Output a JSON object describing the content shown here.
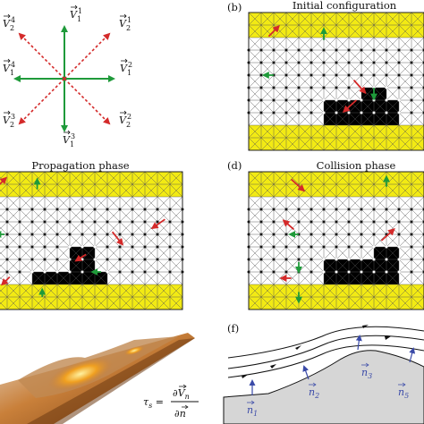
{
  "panels": {
    "a": {
      "vector_labels": [
        {
          "id": "v2_4",
          "base": "V",
          "sub": "2",
          "sup": "4"
        },
        {
          "id": "v1_1",
          "base": "V",
          "sub": "1",
          "sup": "1"
        },
        {
          "id": "v2_1",
          "base": "V",
          "sub": "2",
          "sup": "1"
        },
        {
          "id": "v1_4",
          "base": "V",
          "sub": "1",
          "sup": "4"
        },
        {
          "id": "v1_2",
          "base": "V",
          "sub": "1",
          "sup": "2"
        },
        {
          "id": "v2_3",
          "base": "V",
          "sub": "2",
          "sup": "3"
        },
        {
          "id": "v1_3",
          "base": "V",
          "sub": "1",
          "sup": "3"
        },
        {
          "id": "v2_2",
          "base": "V",
          "sub": "2",
          "sup": "2"
        }
      ]
    },
    "b": {
      "label": "(b)",
      "title": "Initial configuration"
    },
    "c": {
      "label": "",
      "title": "Propagation phase"
    },
    "d": {
      "label": "(d)",
      "title": "Collision phase"
    },
    "e": {
      "equation_lhs": "τs =",
      "numerator": "∂V⃗n",
      "denominator": "∂n⃗"
    },
    "f": {
      "label": "(f)",
      "normals": [
        {
          "id": "n1",
          "base": "n",
          "sub": "1"
        },
        {
          "id": "n2",
          "base": "n",
          "sub": "2"
        },
        {
          "id": "n3",
          "base": "n",
          "sub": "3"
        },
        {
          "id": "n5",
          "base": "n",
          "sub": "5"
        }
      ]
    }
  },
  "colors": {
    "wall": "#f2ea14",
    "grid": "#555555",
    "obstacle": "#000000",
    "arrow_red": "#d42a2a",
    "arrow_green": "#1f9a3a",
    "normal_blue": "#3a4aa8",
    "sediment": "#d6d6d6"
  }
}
